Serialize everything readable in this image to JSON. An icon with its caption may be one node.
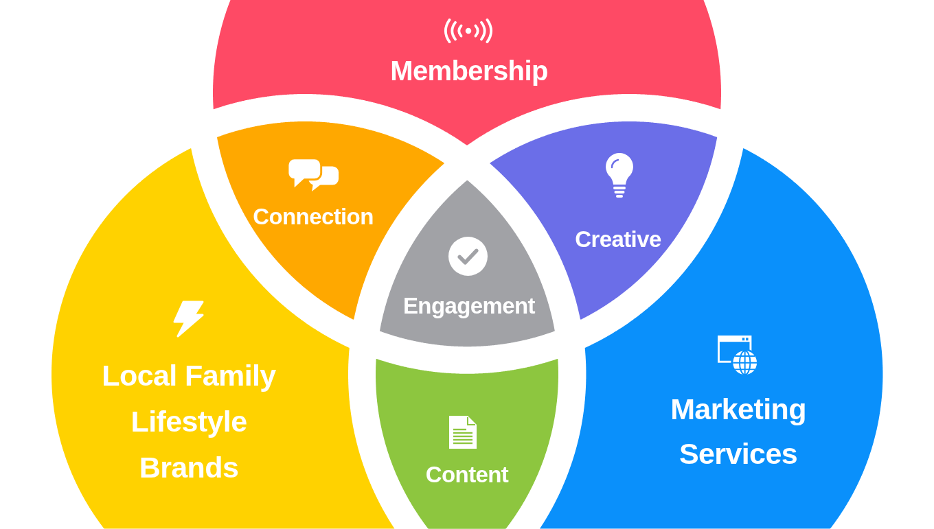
{
  "diagram": {
    "nodes": [
      {
        "text": [
          "Membership"
        ]
      },
      {
        "text": [
          "Connection"
        ]
      },
      {
        "text": [
          "Creative"
        ]
      },
      {
        "text": [
          "Engagement"
        ]
      },
      {
        "text": [
          "Local Family Lifestyle Brands"
        ]
      },
      {
        "text": [
          "Marketing Services"
        ]
      },
      {
        "text": [
          "Content"
        ]
      }
    ]
  }
}
